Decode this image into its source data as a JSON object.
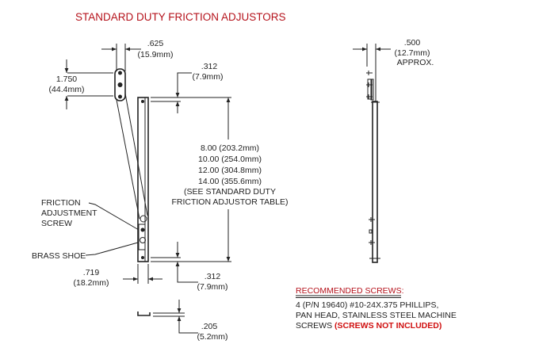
{
  "title": "STANDARD DUTY FRICTION ADJUSTORS",
  "dims": {
    "d625": [
      ".625",
      "(15.9mm)"
    ],
    "d1750": [
      "1.750",
      "(44.4mm)"
    ],
    "d312_top": [
      ".312",
      "(7.9mm)"
    ],
    "lengths": [
      "8.00 (203.2mm)",
      "10.00 (254.0mm)",
      "12.00 (304.8mm)",
      "14.00 (355.6mm)",
      "(SEE STANDARD DUTY",
      "FRICTION ADJUSTOR TABLE)"
    ],
    "d719": [
      ".719",
      "(18.2mm)"
    ],
    "d312_bottom": [
      ".312",
      "(7.9mm)"
    ],
    "d205": [
      ".205",
      "(5.2mm)"
    ],
    "d500": [
      ".500",
      "(12.7mm)",
      "APPROX."
    ]
  },
  "callouts": {
    "friction_screw": [
      "FRICTION",
      "ADJUSTMENT",
      "SCREW"
    ],
    "brass_shoe": "BRASS SHOE"
  },
  "screws": {
    "heading": "RECOMMENDED SCREWS:",
    "lines": [
      "4 (P/N 19640) #10-24X.375 PHILLIPS,",
      "PAN HEAD, STAINLESS STEEL MACHINE",
      "SCREWS"
    ],
    "note": "(SCREWS NOT INCLUDED)"
  },
  "colors": {
    "accent": "#b5121b",
    "note": "#d01010"
  }
}
